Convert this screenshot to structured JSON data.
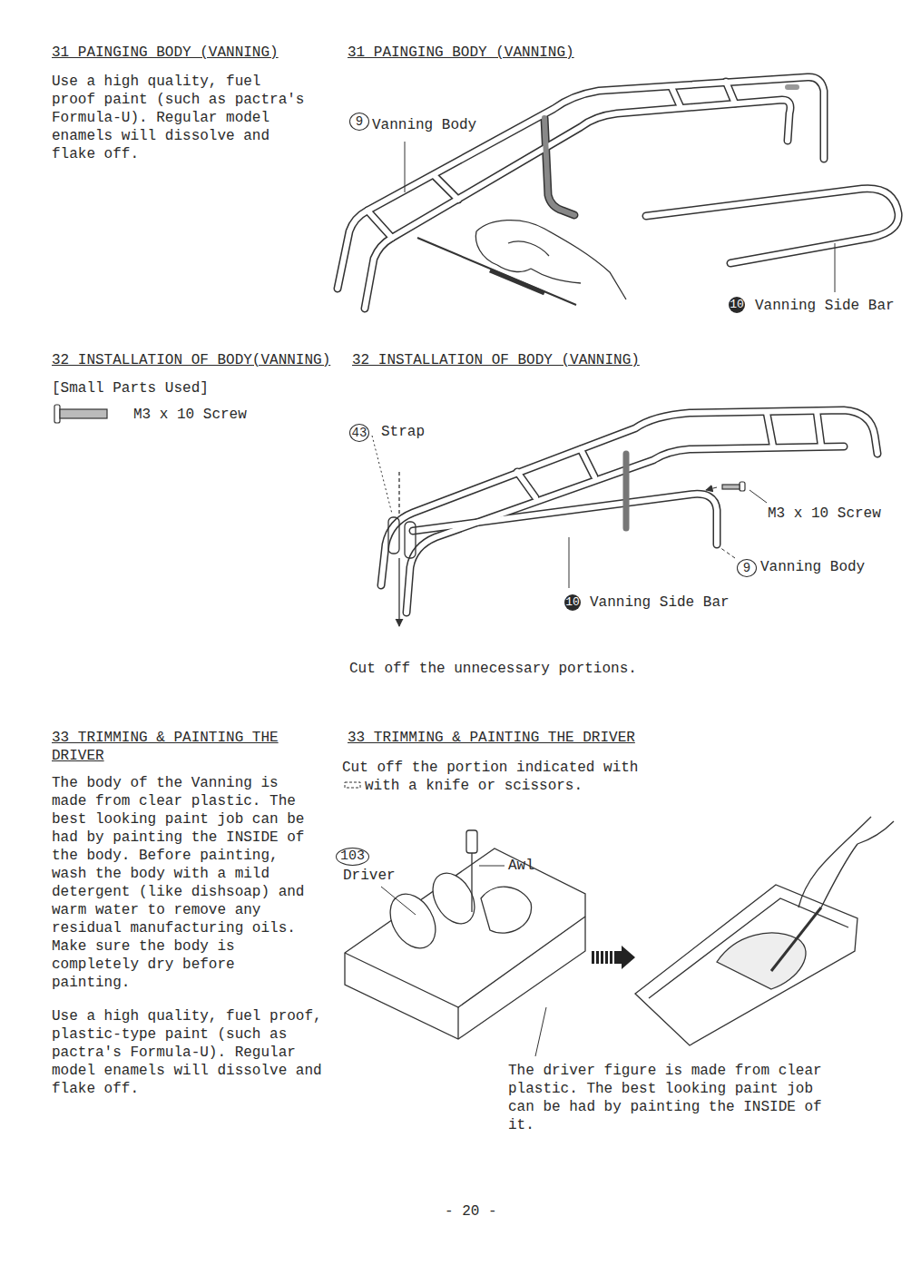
{
  "diagram": {
    "labels": [
      "31 PAINGING BODY (VANNING)",
      "Use a high quality, fuel proof paint (such as pactra's Formula-U). Regular model enamels will dissolve and flake off.",
      "31 PAINGING BODY (VANNING)",
      "9",
      "Vanning Body",
      "10",
      "Vanning Side Bar",
      "32 INSTALLATION OF BODY(VANNING)",
      "32 INSTALLATION OF BODY (VANNING)",
      "[Small Parts Used]",
      "M3 x 10 Screw",
      "43",
      "Strap",
      "M3 x 10 Screw",
      "9",
      "Vanning Body",
      "10",
      "Vanning Side Bar",
      "Cut off the unnecessary portions.",
      "33 TRIMMING & PAINTING THE DRIVER",
      "33 TRIMMING & PAINTING THE DRIVER",
      "The body of the Vanning is made from clear plastic. The best looking paint job can be had by painting the INSIDE of the body. Before painting, wash the body with a mild detergent (like dishsoap) and warm water to remove any residual manufacturing oils. Make sure the body is completely dry before painting.",
      "Use a high quality, fuel proof, plastic-type paint (such as pactra's Formula-U). Regular model enamels will dissolve and flake off.",
      "Cut off the portion indicated with",
      "with a knife or scissors.",
      "103",
      "Driver",
      "Awl",
      "The driver figure is made from clear plastic. The best looking paint job can be had by painting the INSIDE of it.",
      "- 20 -"
    ]
  }
}
